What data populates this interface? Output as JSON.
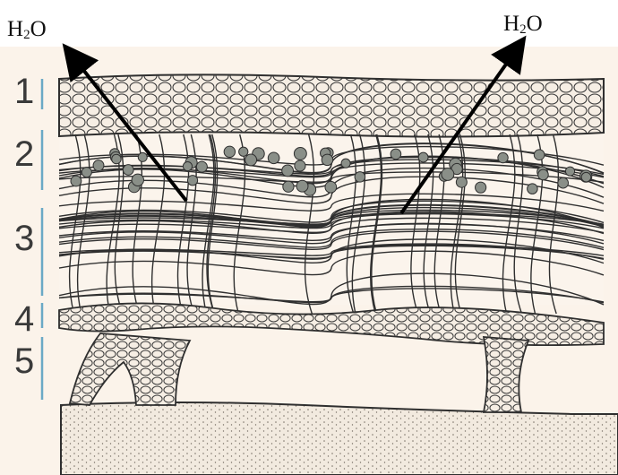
{
  "labels": {
    "water_left_main": "H",
    "water_left_sub": "2",
    "water_left_tail": "O",
    "water_right_main": "H",
    "water_right_sub": "2",
    "water_right_tail": "O"
  },
  "layers": [
    "1",
    "2",
    "3",
    "4",
    "5"
  ],
  "colors": {
    "paper": "#fbf3ea",
    "cells": "#f3ebe0",
    "ink": "#2a2a2a",
    "scale_bar": "#6aa9c6",
    "algae": "#8a8f88",
    "arrow": "#000000",
    "substrate": "#efe7dc"
  }
}
